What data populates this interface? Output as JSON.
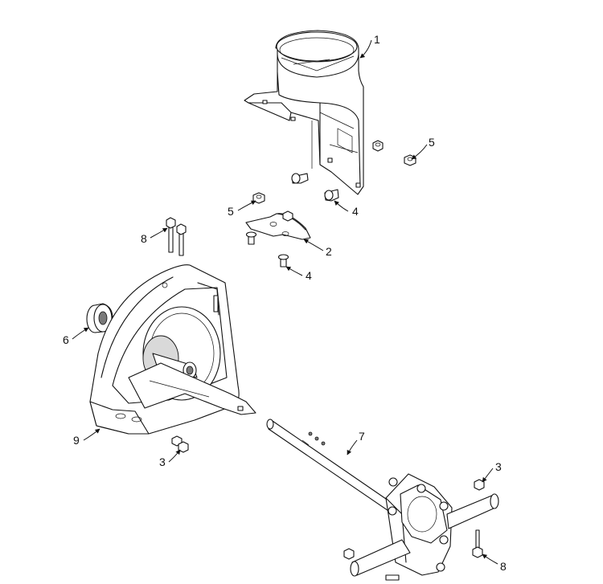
{
  "callouts": [
    {
      "id": "c1",
      "label": "1"
    },
    {
      "id": "c2",
      "label": "2"
    },
    {
      "id": "c3a",
      "label": "3"
    },
    {
      "id": "c3b",
      "label": "3"
    },
    {
      "id": "c4a",
      "label": "4"
    },
    {
      "id": "c4b",
      "label": "4"
    },
    {
      "id": "c5a",
      "label": "5"
    },
    {
      "id": "c5b",
      "label": "5"
    },
    {
      "id": "c6",
      "label": "6"
    },
    {
      "id": "c7",
      "label": "7"
    },
    {
      "id": "c8a",
      "label": "8"
    },
    {
      "id": "c8b",
      "label": "8"
    },
    {
      "id": "c9",
      "label": "9"
    }
  ]
}
